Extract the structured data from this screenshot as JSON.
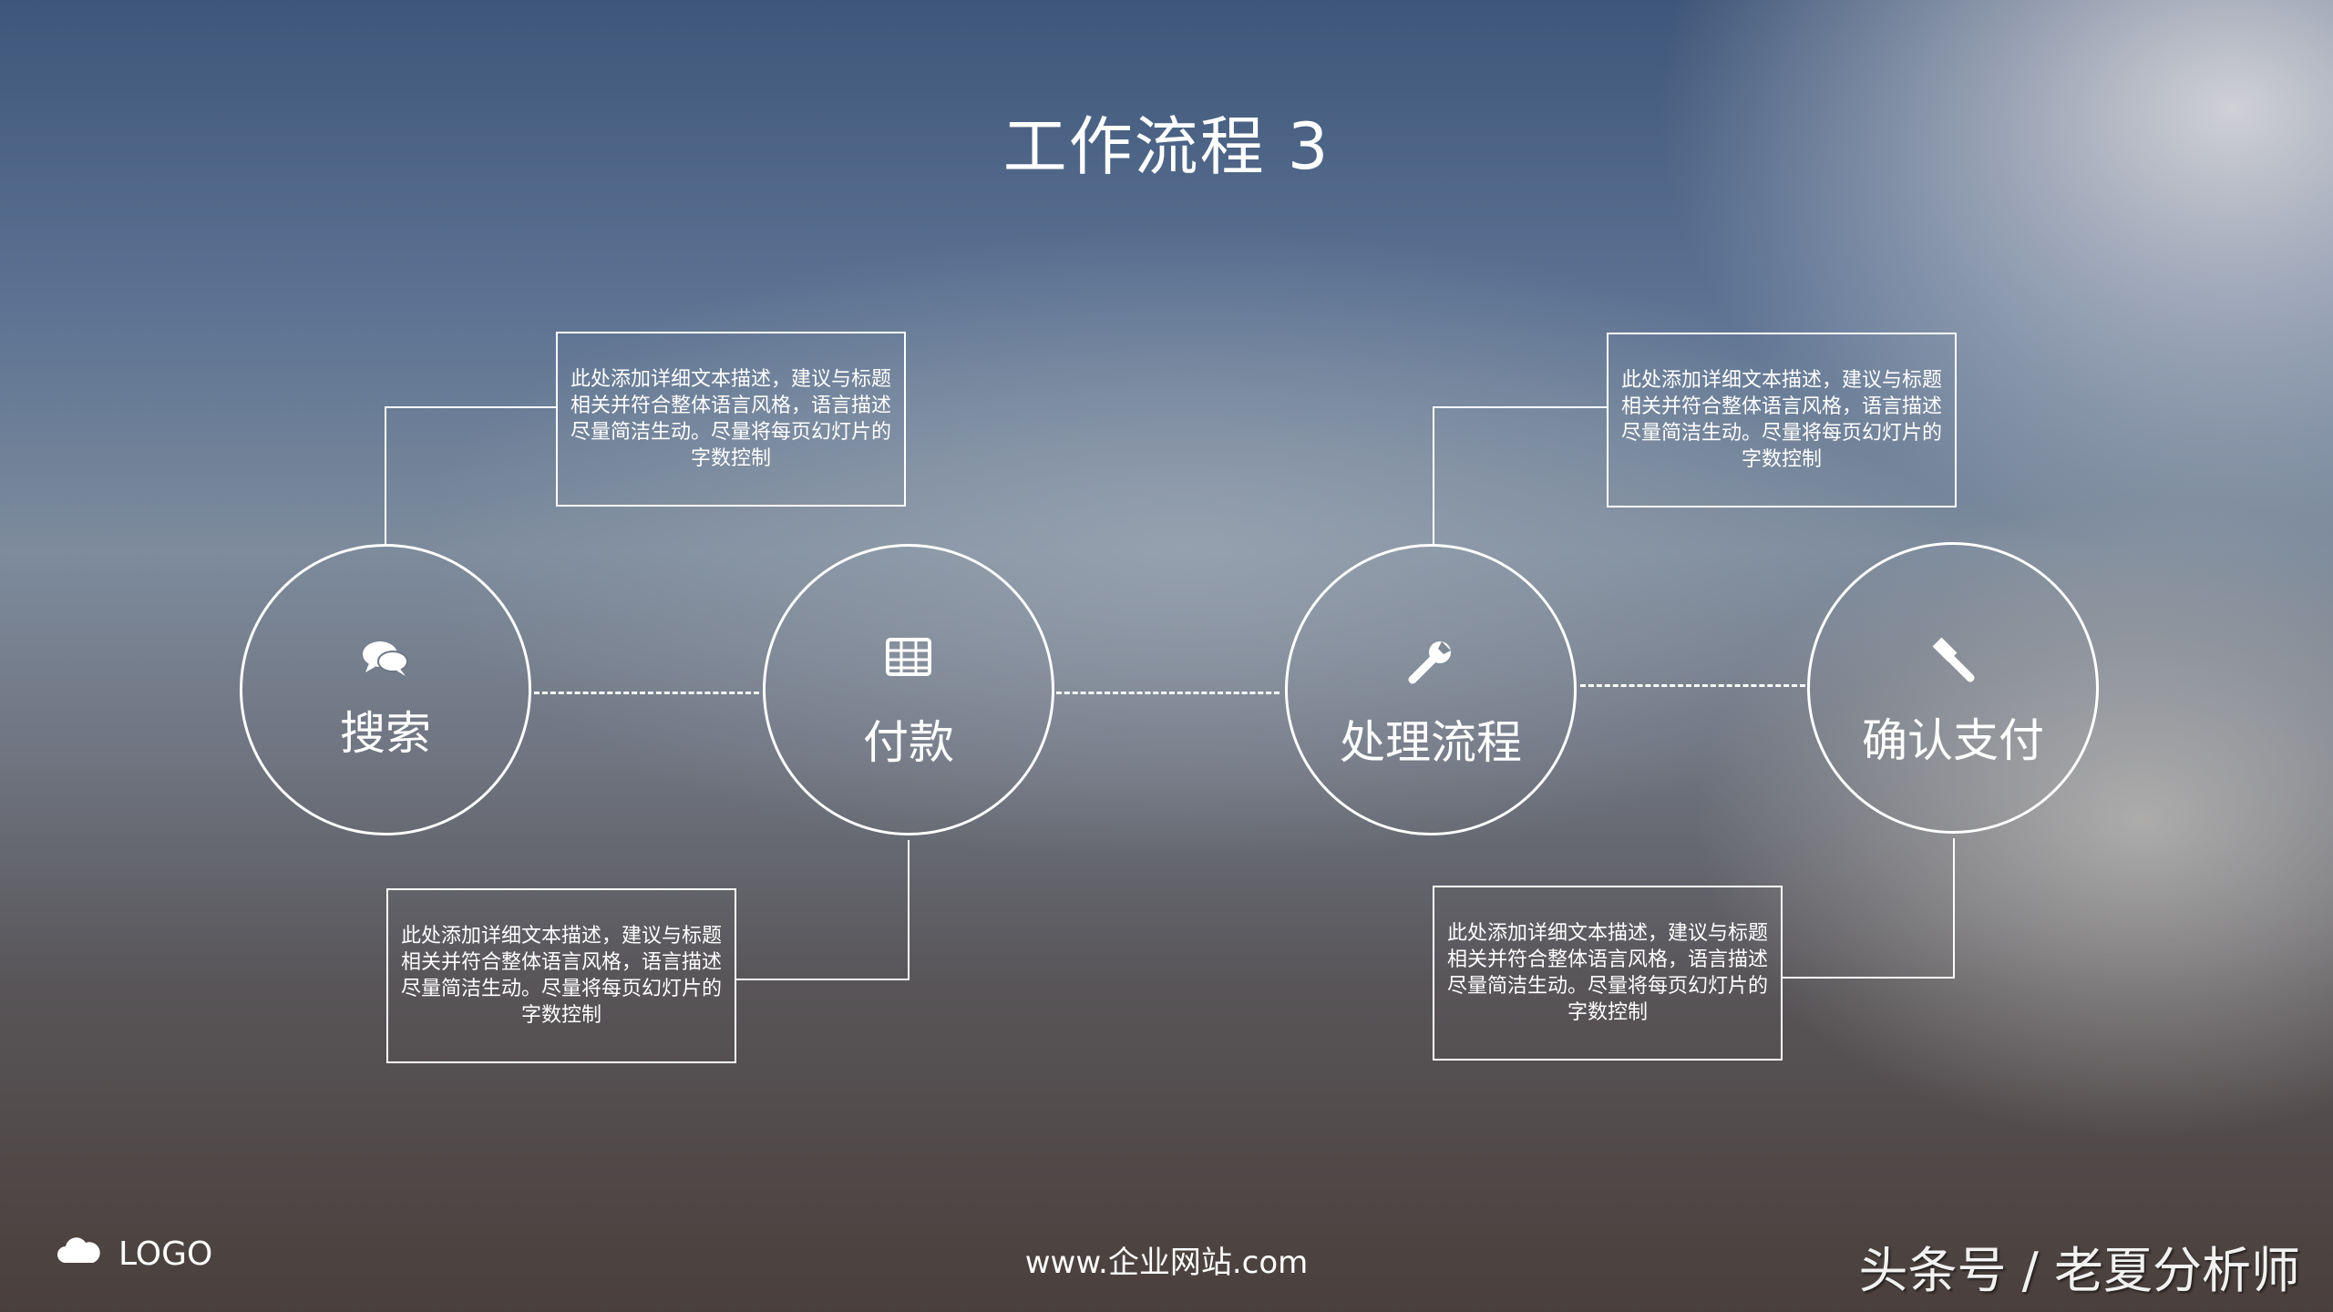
{
  "title": "工作流程  3",
  "steps": [
    {
      "label": "搜索",
      "icon": "chat-bubbles-icon"
    },
    {
      "label": "付款",
      "icon": "table-grid-icon"
    },
    {
      "label": "处理流程",
      "icon": "wrench-icon"
    },
    {
      "label": "确认支付",
      "icon": "gavel-icon"
    }
  ],
  "descriptions": [
    "此处添加详细文本描述，建议与标题相关并符合整体语言风格，语言描述尽量简洁生动。尽量将每页幻灯片的字数控制",
    "此处添加详细文本描述，建议与标题相关并符合整体语言风格，语言描述尽量简洁生动。尽量将每页幻灯片的字数控制",
    "此处添加详细文本描述，建议与标题相关并符合整体语言风格，语言描述尽量简洁生动。尽量将每页幻灯片的字数控制",
    "此处添加详细文本描述，建议与标题相关并符合整体语言风格，语言描述尽量简洁生动。尽量将每页幻灯片的字数控制"
  ],
  "footer": {
    "logo": "LOGO",
    "url": "www.企业网站.com",
    "watermark": "头条号 / 老夏分析师"
  }
}
